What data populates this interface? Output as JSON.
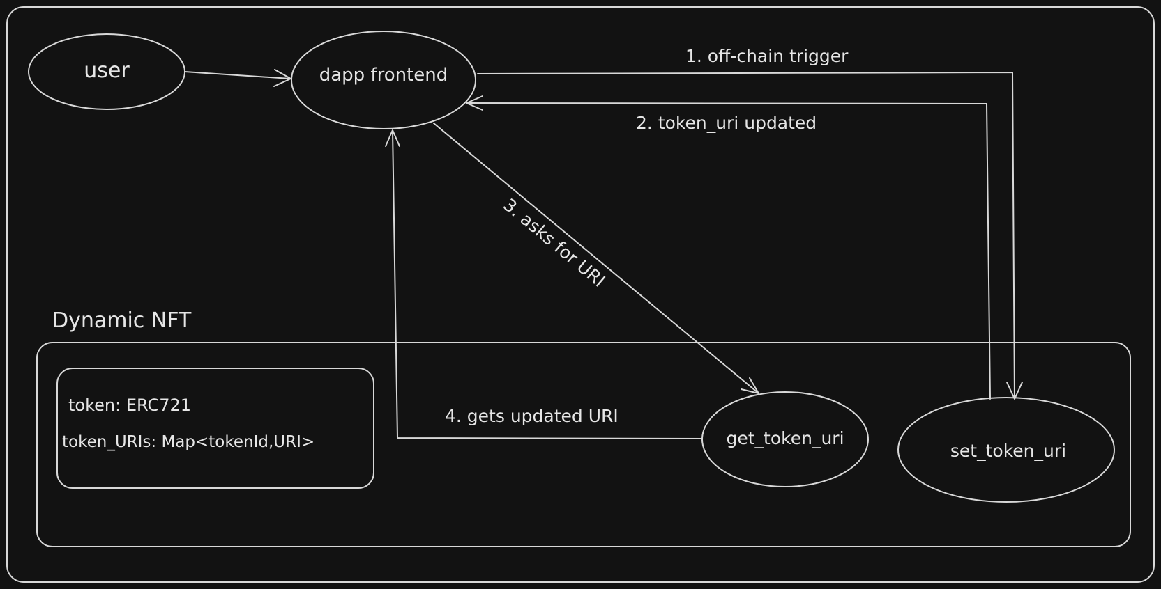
{
  "nodes": {
    "user": "user",
    "dapp_frontend": "dapp frontend",
    "get_token_uri": "get_token_uri",
    "set_token_uri": "set_token_uri"
  },
  "container": {
    "title": "Dynamic NFT",
    "state": {
      "token": "token: ERC721",
      "token_uris": "token_URIs: Map<tokenId,URI>"
    }
  },
  "edges": {
    "step1": "1. off-chain trigger",
    "step2": "2. token_uri updated",
    "step3": "3. asks for URI",
    "step4": "4. gets updated URI"
  }
}
